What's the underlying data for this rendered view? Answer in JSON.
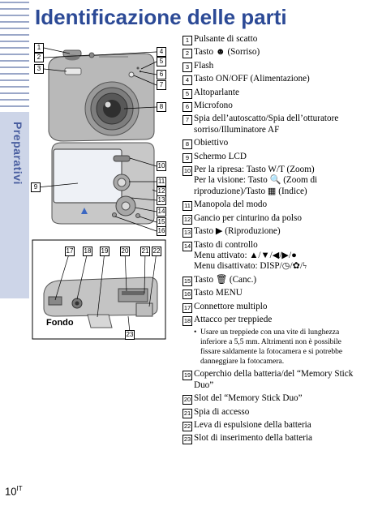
{
  "sidebar": {
    "section_label": "Preparativi"
  },
  "page": {
    "title": "Identificazione delle parti",
    "number": "10",
    "number_suffix": "IT"
  },
  "figure": {
    "bottom_view_label": "Fondo"
  },
  "callouts": [
    "1",
    "2",
    "3",
    "4",
    "5",
    "6",
    "7",
    "8",
    "9",
    "10",
    "11",
    "12",
    "13",
    "14",
    "15",
    "16",
    "17",
    "18",
    "19",
    "20",
    "21",
    "22",
    "23"
  ],
  "legend": {
    "items": [
      {
        "num": "1",
        "text": "Pulsante di scatto"
      },
      {
        "num": "2",
        "text": "Tasto ☻ (Sorriso)"
      },
      {
        "num": "3",
        "text": "Flash"
      },
      {
        "num": "4",
        "text": "Tasto ON/OFF (Alimentazione)"
      },
      {
        "num": "5",
        "text": "Altoparlante"
      },
      {
        "num": "6",
        "text": "Microfono"
      },
      {
        "num": "7",
        "text": "Spia dell’autoscatto/Spia dell’otturatore sorriso/Illuminatore AF"
      },
      {
        "num": "8",
        "text": "Obiettivo"
      },
      {
        "num": "9",
        "text": "Schermo LCD"
      },
      {
        "num": "10",
        "text": "Per la ripresa: Tasto W/T (Zoom)\nPer la visione: Tasto 🔍 (Zoom di riproduzione)/Tasto ▦ (Indice)"
      },
      {
        "num": "11",
        "text": "Manopola del modo"
      },
      {
        "num": "12",
        "text": "Gancio per cinturino da polso"
      },
      {
        "num": "13",
        "text": "Tasto ▶ (Riproduzione)"
      },
      {
        "num": "14",
        "text": "Tasto di controllo\nMenu attivato: ▲/▼/◀/▶/●\nMenu disattivato: DISP/◷/✿/ϟ"
      },
      {
        "num": "15",
        "text": "Tasto 🗑 (Canc.)"
      },
      {
        "num": "16",
        "text": "Tasto MENU"
      },
      {
        "num": "17",
        "text": "Connettore multiplo"
      },
      {
        "num": "18",
        "text": "Attacco per treppiede"
      },
      {
        "num": "19",
        "text": "Coperchio della batteria/del “Memory Stick Duo”"
      },
      {
        "num": "20",
        "text": "Slot del “Memory Stick Duo”"
      },
      {
        "num": "21",
        "text": "Spia di accesso"
      },
      {
        "num": "22",
        "text": "Leva di espulsione della batteria"
      },
      {
        "num": "23",
        "text": "Slot di inserimento della batteria"
      }
    ],
    "note": "Usare un treppiede con una vite di lunghezza inferiore a 5,5 mm. Altrimenti non è possibile fissare saldamente la fotocamera e si potrebbe danneggiare la fotocamera."
  }
}
